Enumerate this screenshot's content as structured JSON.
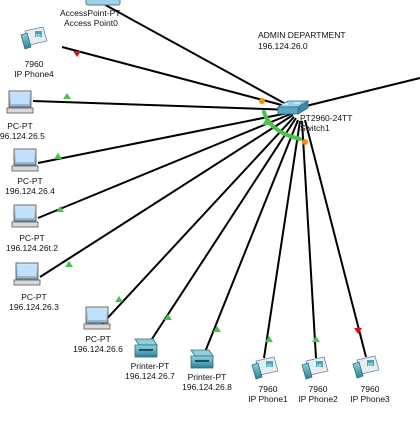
{
  "department": {
    "name": "ADMIN DEPARTMENT",
    "network": "196.124.26.0"
  },
  "switch": {
    "label_top": "PT2960-24TT",
    "label_bottom": "Switch1"
  },
  "devices": [
    {
      "id": "ap",
      "type": "Access Point",
      "line1": "AccessPoint-PT",
      "line2": "Access Point0",
      "link": "green"
    },
    {
      "id": "ph4",
      "type": "IP Phone",
      "line1": "7960",
      "line2": "IP Phone4",
      "link": "red"
    },
    {
      "id": "pc1",
      "type": "PC",
      "line1": "PC-PT",
      "line2": "196.124.26.5",
      "link": "green"
    },
    {
      "id": "pc2",
      "type": "PC",
      "line1": "PC-PT",
      "line2": "196.124.26.4",
      "link": "green"
    },
    {
      "id": "pc3",
      "type": "PC",
      "line1": "PC-PT",
      "line2": "196.124.26t.2",
      "link": "green"
    },
    {
      "id": "pc4",
      "type": "PC",
      "line1": "PC-PT",
      "line2": "196.124.26.3",
      "link": "green"
    },
    {
      "id": "pc5",
      "type": "PC",
      "line1": "PC-PT",
      "line2": "196.124.26.6",
      "link": "green"
    },
    {
      "id": "pr1",
      "type": "Printer",
      "line1": "Printer-PT",
      "line2": "196.124.26.7",
      "link": "green"
    },
    {
      "id": "pr2",
      "type": "Printer",
      "line1": "Printer-PT",
      "line2": "196.124.26.8",
      "link": "green"
    },
    {
      "id": "ph1",
      "type": "IP Phone",
      "line1": "7960",
      "line2": "IP Phone1",
      "link": "green"
    },
    {
      "id": "ph2",
      "type": "IP Phone",
      "line1": "7960",
      "line2": "IP Phone2",
      "link": "green"
    },
    {
      "id": "ph3",
      "type": "IP Phone",
      "line1": "7960",
      "line2": "IP Phone3",
      "link": "red"
    }
  ],
  "colors": {
    "link": "#000000",
    "up": "#4cc24c",
    "down": "#dd1111",
    "pending": "#ff8a00",
    "switch": "#5aa8c8"
  }
}
